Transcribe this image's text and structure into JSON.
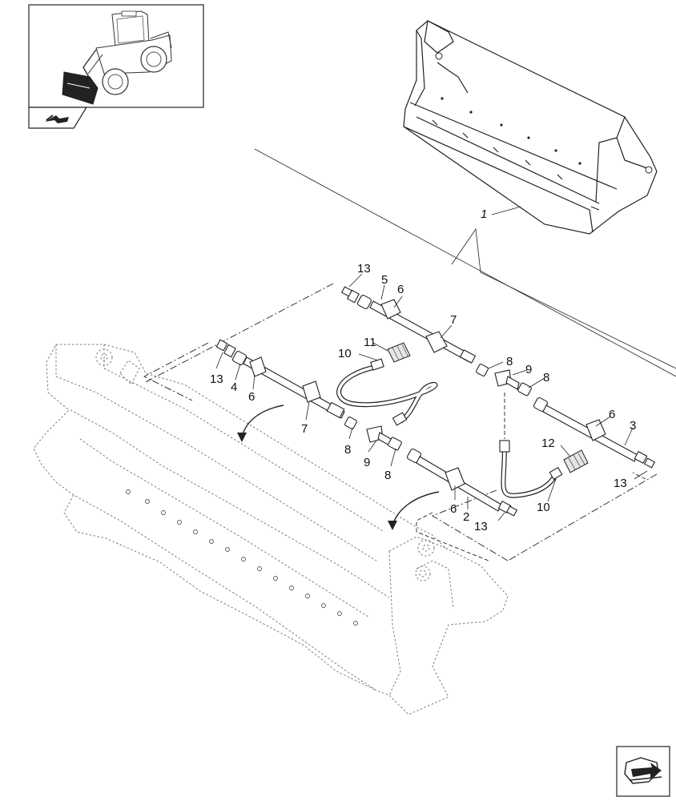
{
  "parts": {
    "label_1": "1",
    "label_2": "2",
    "label_3": "3",
    "label_4": "4",
    "label_5": "5",
    "label_6": "6",
    "label_7": "7",
    "label_8": "8",
    "label_9": "9",
    "label_10": "10",
    "label_11": "11",
    "label_12": "12",
    "label_13": "13"
  }
}
